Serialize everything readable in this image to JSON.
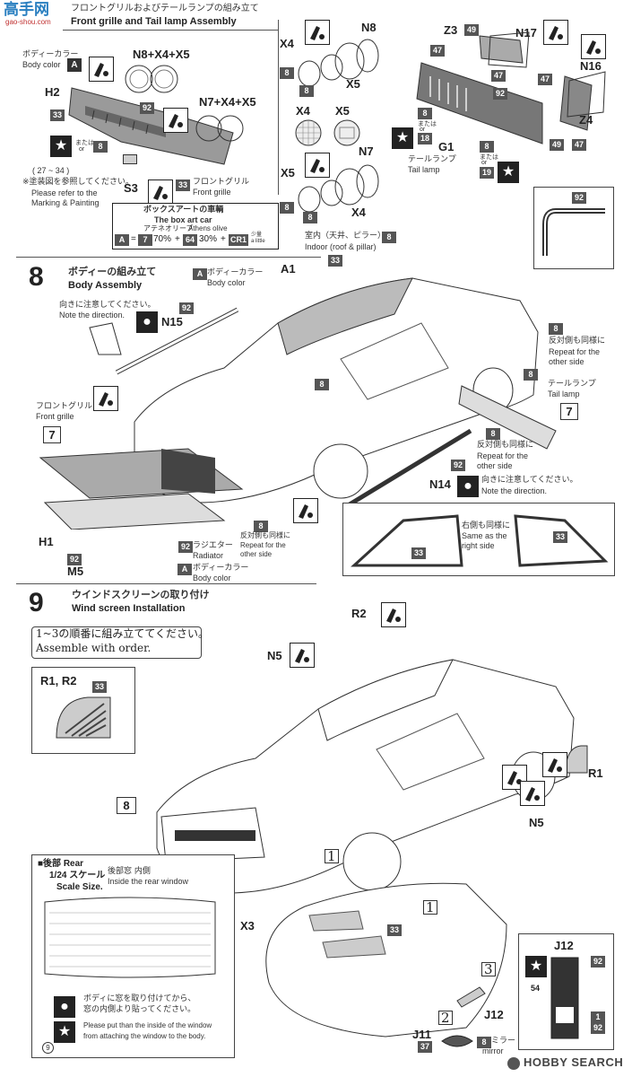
{
  "watermark_top": {
    "chars": "高手网",
    "url": "gao-shou.com"
  },
  "step7": {
    "title_jp": "フロントグリルおよびテールランプの組み立て",
    "title_en": "Front grille and Tail lamp Assembly",
    "body_color_jp": "ボディーカラー",
    "body_color_en": "Body color",
    "body_color_code": "A",
    "part_n8x4x5": "N8+X4+X5",
    "part_h2": "H2",
    "part_n7x4x5": "N7+X4+X5",
    "part_s3": "S3",
    "matataha": "または",
    "or": "or",
    "ref_range": "( 27 ~ 34 )",
    "ref_jp": "※塗装図を参照してください。",
    "ref_en1": "Please refer to the",
    "ref_en2": "Marking & Painting",
    "front_grille_jp": "フロントグリル",
    "front_grille_en": "Front grille",
    "boxart_jp": "ボックスアートの車輌",
    "boxart_en": "The box art car",
    "athens_jp": "アテネオリーブ",
    "athens_en": "Athens olive",
    "mix_a": "A",
    "mix_eq": "=",
    "mix_7": "7",
    "mix_70": "70%",
    "mix_plus1": "+",
    "mix_64": "64",
    "mix_30": "30%",
    "mix_plus2": "+",
    "mix_cr1": "CR1",
    "mix_little_jp": "少量",
    "mix_little_en": "a little",
    "x4": "X4",
    "x5": "X5",
    "n8": "N8",
    "n7": "N7",
    "x5b": "X5",
    "x4b": "X4",
    "z3": "Z3",
    "n17": "N17",
    "n16": "N16",
    "z4": "Z4",
    "g1": "G1",
    "tail_lamp_jp": "テールランプ",
    "tail_lamp_en": "Tail lamp"
  },
  "nums": {
    "n33": "33",
    "n92": "92",
    "n8": "8",
    "n47": "47",
    "n49": "49",
    "n18": "18",
    "n19": "19",
    "n54": "54",
    "n37": "37",
    "n1": "1",
    "n7": "7"
  },
  "step8": {
    "number": "8",
    "title_jp": "ボディーの組み立て",
    "title_en": "Body Assembly",
    "attention_jp": "向きに注意してください。",
    "attention_en": "Note the direction.",
    "n15": "N15",
    "body_color_jp": "ボディーカラー",
    "body_color_en": "Body color",
    "a1": "A1",
    "roof_jp": "室内（天井、ピラー）",
    "roof_en": "Indoor (roof & pillar)",
    "front_grille_jp": "フロントグリル",
    "front_grille_en": "Front grille",
    "opposite_jp": "反対側も同様に",
    "opposite_en1": "Repeat for the",
    "opposite_en2": "other side",
    "tail_lamp_jp": "テールランプ",
    "tail_lamp_en": "Tail lamp",
    "n14": "N14",
    "h1": "H1",
    "m5": "M5",
    "radiator_jp": "ラジエター",
    "radiator_en": "Radiator",
    "opp2_jp": "反対側も同様に",
    "opp2_en1": "Repeat for the",
    "opp2_en2": "other side",
    "same_jp": "右側も同様に",
    "same_en1": "Same as the",
    "same_en2": "right side"
  },
  "step9": {
    "number": "9",
    "title_jp": "ウインドスクリーンの取り付け",
    "title_en": "Wind screen Installation",
    "order_jp": "1~3の順番に組み立ててください。",
    "order_en": "Assemble with order.",
    "r1r2": "R1, R2",
    "r2": "R2",
    "n5": "N5",
    "r1": "R1",
    "n5b": "N5",
    "step_ref_8": "8",
    "x3": "X3",
    "rear_jp": "■後部 Rear",
    "scale_jp": "1/24 スケール",
    "scale_en": "Scale Size.",
    "rear_window_jp": "後部窓 内側",
    "rear_window_en": "Inside the rear window",
    "note_jp1": "ボディに窓を取り付けてから、",
    "note_jp2": "窓の内側より貼ってください。",
    "note_en1": "Please put than the inside of the window",
    "note_en2": "from attaching the window to the body.",
    "page_ref": "9",
    "j12": "J12",
    "j12b": "J12",
    "j11": "J11",
    "mirror_jp": "ミラー",
    "mirror_en": "mirror",
    "order1": "1",
    "order1b": "1",
    "order2": "2",
    "order3": "3"
  },
  "footer": {
    "brand": "HOBBY SEARCH"
  }
}
